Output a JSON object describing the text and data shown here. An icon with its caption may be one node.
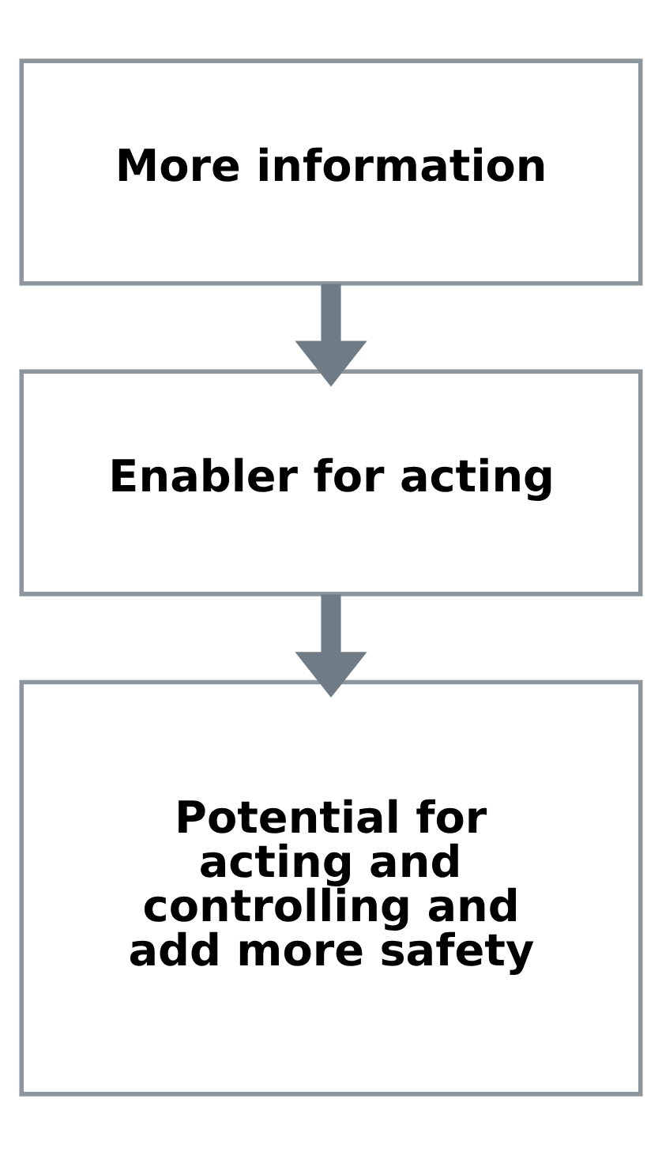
{
  "diagram": {
    "nodes": [
      {
        "text": [
          "More information"
        ]
      },
      {
        "text": [
          "Enabler for acting"
        ]
      },
      {
        "text": [
          "Potential for acting and controlling and add more safety"
        ]
      }
    ],
    "edges": [
      {
        "from": 0,
        "to": 1,
        "arrow": "to"
      },
      {
        "from": 1,
        "to": 2,
        "arrow": "to"
      }
    ]
  }
}
